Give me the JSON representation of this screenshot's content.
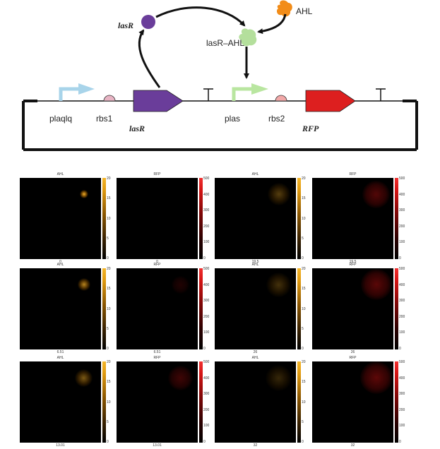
{
  "circuit": {
    "parts": {
      "promoter1": "plaqlq",
      "rbs1": "rbs1",
      "gene1": "lasR",
      "promoter2": "plas",
      "rbs2": "rbs2",
      "gene2": "RFP"
    },
    "molecules": {
      "lasR": "lasR",
      "ahl": "AHL",
      "complex": "lasR–AHL"
    },
    "colors": {
      "promoter1": "#a8d4ea",
      "rbs": "#e8b4c4",
      "lasR": "#6a3d9a",
      "promoter2": "#b9e6a0",
      "rbs2": "#f2a8a8",
      "rfp": "#dd1f1f",
      "ahl": "#f28c18",
      "complex": "#b4df9c"
    }
  },
  "panels": [
    {
      "title": "AHL",
      "time": "0",
      "type": "ahl",
      "ticks": [
        "20",
        "15",
        "10",
        "5",
        "0"
      ],
      "blob": {
        "intensity": 1.0,
        "size": 0.1
      }
    },
    {
      "title": "RFP",
      "time": "0",
      "type": "rfp",
      "ticks": [
        "500",
        "400",
        "300",
        "200",
        "100",
        "0"
      ],
      "blob": {
        "intensity": 0.0,
        "size": 0.0
      }
    },
    {
      "title": "AHL",
      "time": "19.5",
      "type": "ahl",
      "ticks": [
        "20",
        "15",
        "10",
        "5",
        "0"
      ],
      "blob": {
        "intensity": 0.35,
        "size": 0.28
      }
    },
    {
      "title": "RFP",
      "time": "19.5",
      "type": "rfp",
      "ticks": [
        "500",
        "400",
        "300",
        "200",
        "100",
        "0"
      ],
      "blob": {
        "intensity": 0.55,
        "size": 0.34
      }
    },
    {
      "title": "AHL",
      "time": "6.51",
      "type": "ahl",
      "ticks": [
        "20",
        "15",
        "10",
        "5",
        "0"
      ],
      "blob": {
        "intensity": 0.75,
        "size": 0.16
      }
    },
    {
      "title": "RFP",
      "time": "6.51",
      "type": "rfp",
      "ticks": [
        "500",
        "400",
        "300",
        "200",
        "100",
        "0"
      ],
      "blob": {
        "intensity": 0.22,
        "size": 0.22
      }
    },
    {
      "title": "AHL",
      "time": "26",
      "type": "ahl",
      "ticks": [
        "20",
        "15",
        "10",
        "5",
        "0"
      ],
      "blob": {
        "intensity": 0.28,
        "size": 0.3
      }
    },
    {
      "title": "RFP",
      "time": "26",
      "type": "rfp",
      "ticks": [
        "500",
        "400",
        "300",
        "200",
        "100",
        "0"
      ],
      "blob": {
        "intensity": 0.6,
        "size": 0.38
      }
    },
    {
      "title": "AHL",
      "time": "13.01",
      "type": "ahl",
      "ticks": [
        "20",
        "15",
        "10",
        "5",
        "0"
      ],
      "blob": {
        "intensity": 0.5,
        "size": 0.22
      }
    },
    {
      "title": "RFP",
      "time": "13.01",
      "type": "rfp",
      "ticks": [
        "500",
        "400",
        "300",
        "200",
        "100",
        "0"
      ],
      "blob": {
        "intensity": 0.42,
        "size": 0.3
      }
    },
    {
      "title": "AHL",
      "time": "32",
      "type": "ahl",
      "ticks": [
        "20",
        "15",
        "10",
        "5",
        "0"
      ],
      "blob": {
        "intensity": 0.22,
        "size": 0.32
      }
    },
    {
      "title": "RFP",
      "time": "32",
      "type": "rfp",
      "ticks": [
        "500",
        "400",
        "300",
        "200",
        "100",
        "0"
      ],
      "blob": {
        "intensity": 0.62,
        "size": 0.4
      }
    }
  ]
}
